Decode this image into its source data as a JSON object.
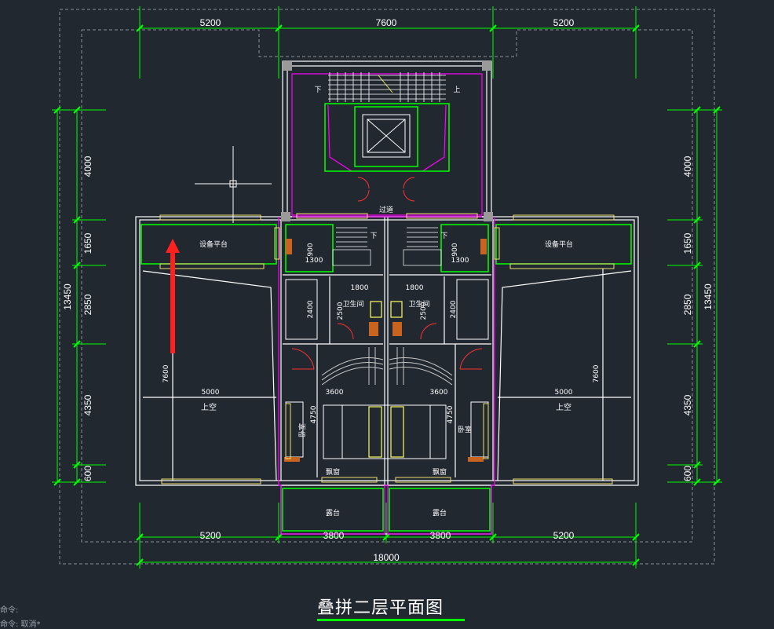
{
  "title": "叠拼二层平面图",
  "corner_text": [
    "命令:",
    "命令: 取消*"
  ],
  "colors": {
    "background": "#212830",
    "dimension": "#00ff00",
    "wall": "#ffffff",
    "room": "#00ff00",
    "magenta": "#ff00ff",
    "window": "#f0e070",
    "arrow": "#ff2020"
  },
  "dimensions": {
    "top": [
      "5200",
      "7600",
      "5200"
    ],
    "bottom": [
      "5200",
      "3800",
      "3800",
      "5200"
    ],
    "bottom_total": "18000",
    "left": [
      "4000",
      "1650",
      "2850",
      "4350",
      "600"
    ],
    "left_total": "13450",
    "right": [
      "4000",
      "1650",
      "2850",
      "4350",
      "600"
    ],
    "right_total": "13450",
    "inner": {
      "void_height": "7600",
      "void_width": "5000",
      "bedroom_width": "3600",
      "bedroom_depth": "4750",
      "wardrobe": "2400",
      "bath_depth": "2500",
      "bath_width": "1800",
      "stair_w": "1300",
      "stair_h": "900"
    }
  },
  "rooms": {
    "equipment_platform": "设备平台",
    "void": "上空",
    "bathroom": "卫生间",
    "bedroom": "卧室",
    "bay_window": "飘窗",
    "balcony": "露台",
    "corridor": "过道",
    "down": "下",
    "up": "上"
  }
}
